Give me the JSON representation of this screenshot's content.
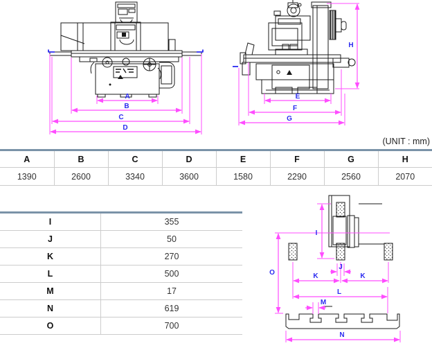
{
  "unit_note": "(UNIT : mm)",
  "dim_labels": {
    "a": "A",
    "b": "B",
    "c": "C",
    "d": "D",
    "e": "E",
    "f": "F",
    "g": "G",
    "h": "H",
    "i": "I",
    "j": "J",
    "k": "K",
    "l": "L",
    "m": "M",
    "n": "N",
    "o": "O"
  },
  "spec_table_main": {
    "headers": [
      "A",
      "B",
      "C",
      "D",
      "E",
      "F",
      "G",
      "H"
    ],
    "values": [
      "1390",
      "2600",
      "3340",
      "3600",
      "1580",
      "2290",
      "2560",
      "2070"
    ]
  },
  "spec_table_secondary": {
    "rows": [
      {
        "label": "I",
        "value": "355"
      },
      {
        "label": "J",
        "value": "50"
      },
      {
        "label": "K",
        "value": "270"
      },
      {
        "label": "L",
        "value": "500"
      },
      {
        "label": "M",
        "value": "17"
      },
      {
        "label": "N",
        "value": "619"
      },
      {
        "label": "O",
        "value": "700"
      }
    ]
  },
  "colors": {
    "dimension_line": "#ff4dff",
    "dimension_label": "#2a2af0",
    "drawing_line": "#1a1a1a",
    "table_top_border": "#7a93a8",
    "table_grid_line": "#cccccc"
  }
}
